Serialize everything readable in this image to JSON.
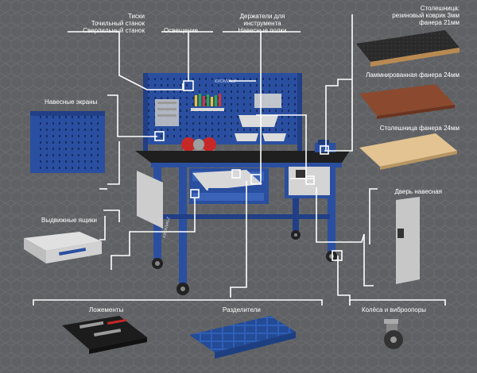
{
  "labels": {
    "vise": "Тиски",
    "grinder": "Точильный станок",
    "drill": "Сверлильный станок",
    "lighting": "Освещение",
    "holders_1": "Держатели для",
    "holders_2": "инструмента",
    "shelves": "Навесные полки",
    "tabletop_1": "Столешница:",
    "tabletop_2": "резиновый коврик 3мм",
    "tabletop_3": "фанера 21мм",
    "laminated": "Ламмнированная фанера 24мм",
    "plywood": "Столешница фанера 24мм",
    "screens": "Навесные экраны",
    "door": "Дверь навесная",
    "drawers": "Выдвижные ящики",
    "lodgments": "Ложементы",
    "dividers": "Разделители",
    "wheels": "Колёса и виброопоры"
  },
  "brand": "KRONVALZ",
  "colors": {
    "background": "#5f6164",
    "frame_blue": "#2a4fa0",
    "line": "#ffffff"
  }
}
